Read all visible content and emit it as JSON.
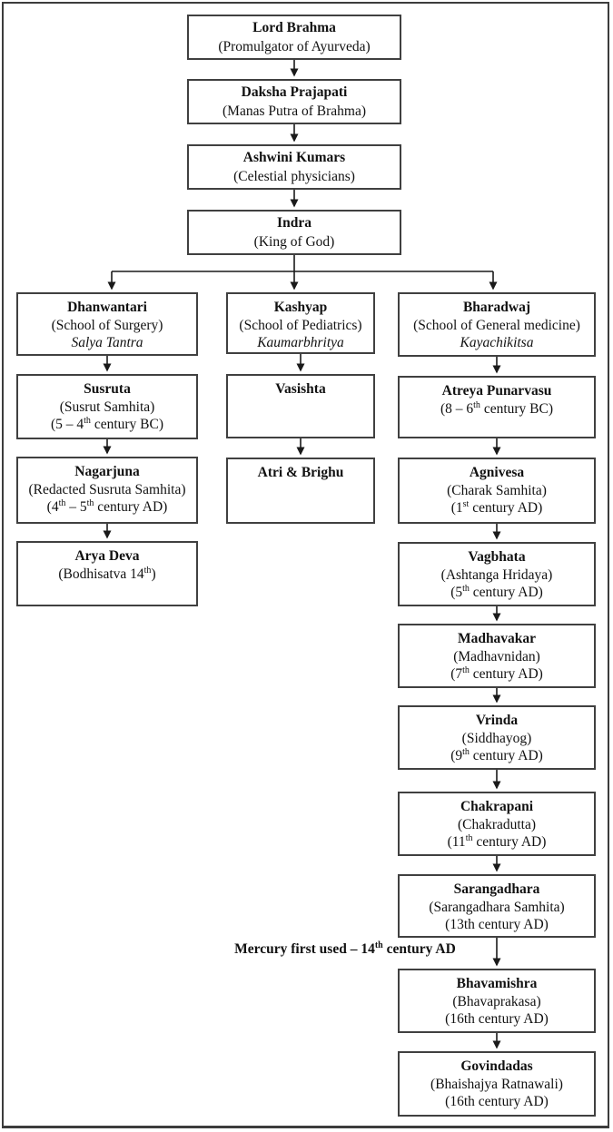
{
  "diagram_title": "Lineage of Ayurveda flowchart",
  "colors": {
    "background": "#ffffff",
    "box_border": "#404040",
    "outer_border": "#3c3c3c",
    "arrow": "#1a1a1a",
    "text": "#111111"
  },
  "nodes": {
    "brahma": [
      "Lord Brahma",
      "(Promulgator of Ayurveda)"
    ],
    "daksha": [
      "Daksha Prajapati",
      "(Manas Putra of Brahma)"
    ],
    "ashwini": [
      "Ashwini Kumars",
      "(Celestial physicians)"
    ],
    "indra": [
      "Indra",
      "(King of God)"
    ],
    "dhanwantari": [
      "Dhanwantari",
      "(School of Surgery)",
      "Salya Tantra"
    ],
    "susruta": [
      "Susruta",
      "(Susrut Samhita)",
      "(5 – 4^{th} century BC)"
    ],
    "nagarjuna": [
      "Nagarjuna",
      "(Redacted Susruta Samhita)",
      "(4^{th} – 5^{th} century AD)"
    ],
    "aryadeva": [
      "Arya Deva",
      "(Bodhisatva 14^{th})"
    ],
    "kashyap": [
      "Kashyap",
      "(School of Pediatrics)",
      "Kaumarbhritya"
    ],
    "vasishta": [
      "Vasishta"
    ],
    "atri": [
      "Atri & Brighu"
    ],
    "bharadwaj": [
      "Bharadwaj",
      "(School of General medicine)",
      "Kayachikitsa"
    ],
    "atreya": [
      "Atreya Punarvasu",
      "(8 – 6^{th} century BC)"
    ],
    "agnivesa": [
      "Agnivesa",
      "(Charak Samhita)",
      "(1^{st} century AD)"
    ],
    "vagbhata": [
      "Vagbhata",
      "(Ashtanga Hridaya)",
      "(5^{th} century AD)"
    ],
    "madhavakar": [
      "Madhavakar",
      "(Madhavnidan)",
      "(7^{th} century AD)"
    ],
    "vrinda": [
      "Vrinda",
      "(Siddhayog)",
      "(9^{th} century AD)"
    ],
    "chakrapani": [
      "Chakrapani",
      "(Chakradutta)",
      "(11^{th} century AD)"
    ],
    "sarangadhara": [
      "Sarangadhara",
      "(Sarangadhara Samhita)",
      "(13th century AD)"
    ],
    "bhavamishra": [
      "Bhavamishra",
      "(Bhavaprakasa)",
      "(16th century AD)"
    ],
    "govindadas": [
      "Govindadas",
      "(Bhaishajya Ratnawali)",
      "(16th century AD)"
    ]
  },
  "annotation": "Mercury first used – 14^{th} century AD"
}
